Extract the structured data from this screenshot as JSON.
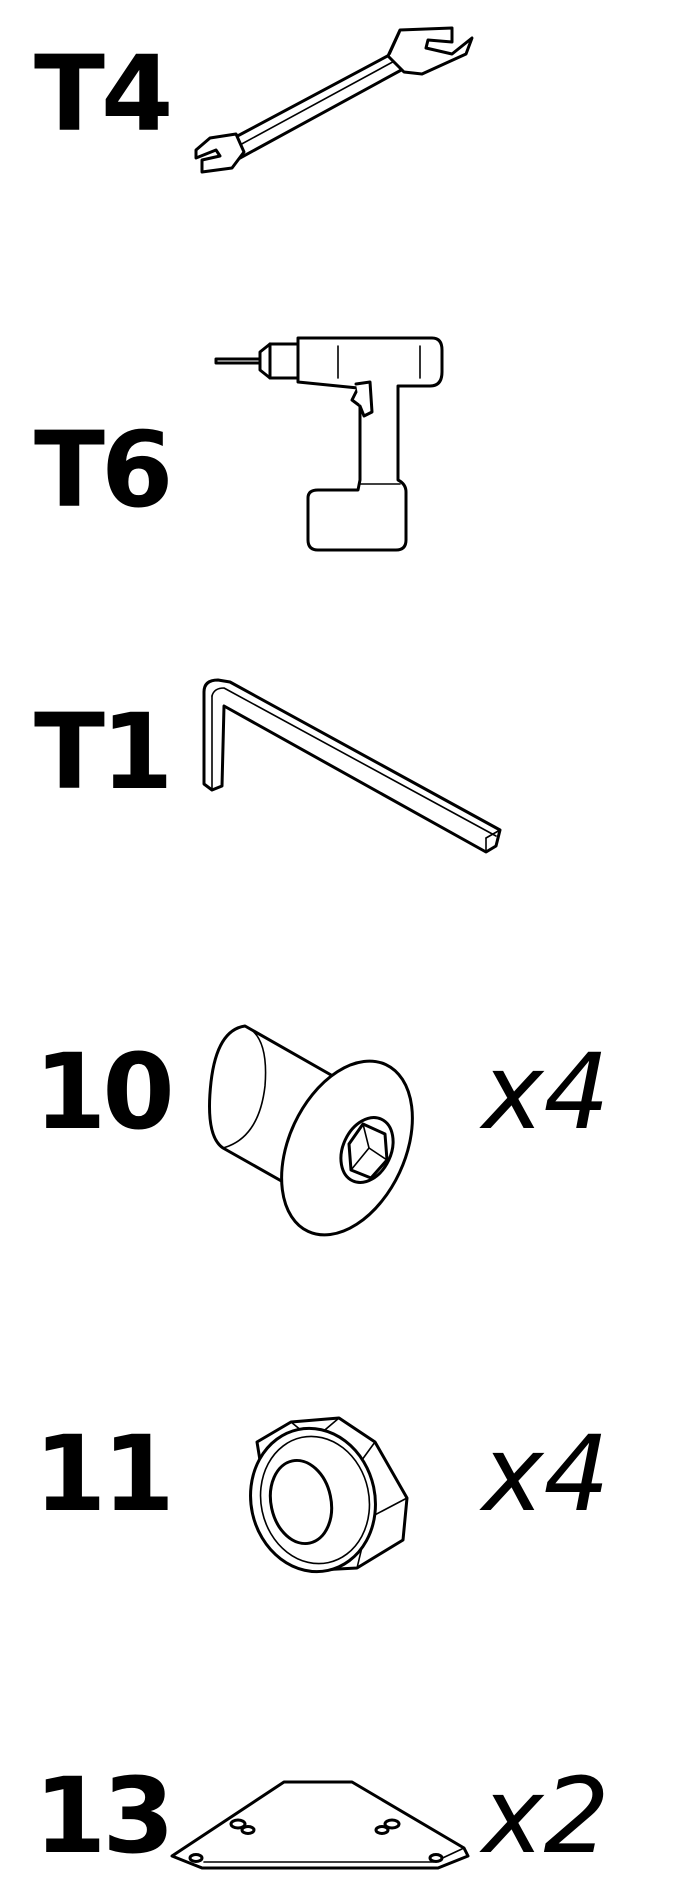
{
  "parts": [
    {
      "label": "T4",
      "qty": "",
      "icon": "open-end-wrench-icon"
    },
    {
      "label": "T6",
      "qty": "",
      "icon": "cordless-drill-icon"
    },
    {
      "label": "T1",
      "qty": "",
      "icon": "hex-key-icon"
    },
    {
      "label": "10",
      "qty": "x4",
      "icon": "hex-socket-bolt-icon"
    },
    {
      "label": "11",
      "qty": "x4",
      "icon": "lock-nut-icon"
    },
    {
      "label": "13",
      "qty": "x2",
      "icon": "corner-bracket-plate-icon"
    }
  ],
  "colors": {
    "ink": "#000000",
    "background": "#ffffff"
  }
}
